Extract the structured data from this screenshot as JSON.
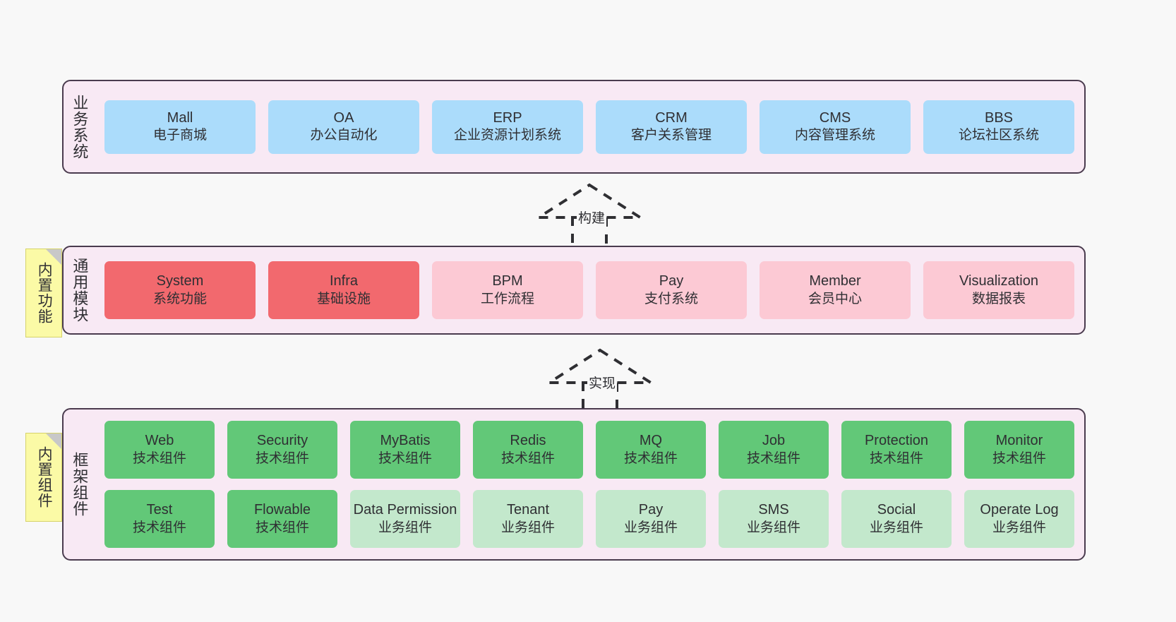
{
  "canvas": {
    "background": "#f8f8f8",
    "border_color": "#4a3b4e",
    "panel_fill": "#f8e9f4"
  },
  "layers": [
    {
      "id": "business",
      "title": "业务系统",
      "rows": [
        {
          "cells": [
            {
              "name": "Mall",
              "desc": "电子商城",
              "style": "c-blue"
            },
            {
              "name": "OA",
              "desc": "办公自动化",
              "style": "c-blue"
            },
            {
              "name": "ERP",
              "desc": "企业资源计划系统",
              "style": "c-blue"
            },
            {
              "name": "CRM",
              "desc": "客户关系管理",
              "style": "c-blue"
            },
            {
              "name": "CMS",
              "desc": "内容管理系统",
              "style": "c-blue"
            },
            {
              "name": "BBS",
              "desc": "论坛社区系统",
              "style": "c-blue"
            }
          ]
        }
      ]
    },
    {
      "id": "common",
      "title": "通用模块",
      "rows": [
        {
          "cells": [
            {
              "name": "System",
              "desc": "系统功能",
              "style": "c-red"
            },
            {
              "name": "Infra",
              "desc": "基础设施",
              "style": "c-red"
            },
            {
              "name": "BPM",
              "desc": "工作流程",
              "style": "c-pink"
            },
            {
              "name": "Pay",
              "desc": "支付系统",
              "style": "c-pink"
            },
            {
              "name": "Member",
              "desc": "会员中心",
              "style": "c-pink"
            },
            {
              "name": "Visualization",
              "desc": "数据报表",
              "style": "c-pink"
            }
          ]
        }
      ]
    },
    {
      "id": "framework",
      "title": "框架组件",
      "rows": [
        {
          "cells": [
            {
              "name": "Web",
              "desc": "技术组件",
              "style": "c-green"
            },
            {
              "name": "Security",
              "desc": "技术组件",
              "style": "c-green"
            },
            {
              "name": "MyBatis",
              "desc": "技术组件",
              "style": "c-green"
            },
            {
              "name": "Redis",
              "desc": "技术组件",
              "style": "c-green"
            },
            {
              "name": "MQ",
              "desc": "技术组件",
              "style": "c-green"
            },
            {
              "name": "Job",
              "desc": "技术组件",
              "style": "c-green"
            },
            {
              "name": "Protection",
              "desc": "技术组件",
              "style": "c-green"
            },
            {
              "name": "Monitor",
              "desc": "技术组件",
              "style": "c-green"
            }
          ]
        },
        {
          "cells": [
            {
              "name": "Test",
              "desc": "技术组件",
              "style": "c-green"
            },
            {
              "name": "Flowable",
              "desc": "技术组件",
              "style": "c-green"
            },
            {
              "name": "Data Permission",
              "desc": "业务组件",
              "style": "c-greenlight"
            },
            {
              "name": "Tenant",
              "desc": "业务组件",
              "style": "c-greenlight"
            },
            {
              "name": "Pay",
              "desc": "业务组件",
              "style": "c-greenlight"
            },
            {
              "name": "SMS",
              "desc": "业务组件",
              "style": "c-greenlight"
            },
            {
              "name": "Social",
              "desc": "业务组件",
              "style": "c-greenlight"
            },
            {
              "name": "Operate Log",
              "desc": "业务组件",
              "style": "c-greenlight"
            }
          ]
        }
      ]
    }
  ],
  "notes": [
    {
      "id": "common",
      "text": "内置功能"
    },
    {
      "id": "framework",
      "text": "内置组件"
    }
  ],
  "connectors": [
    {
      "id": "build",
      "label": "构建"
    },
    {
      "id": "impl",
      "label": "实现"
    }
  ]
}
